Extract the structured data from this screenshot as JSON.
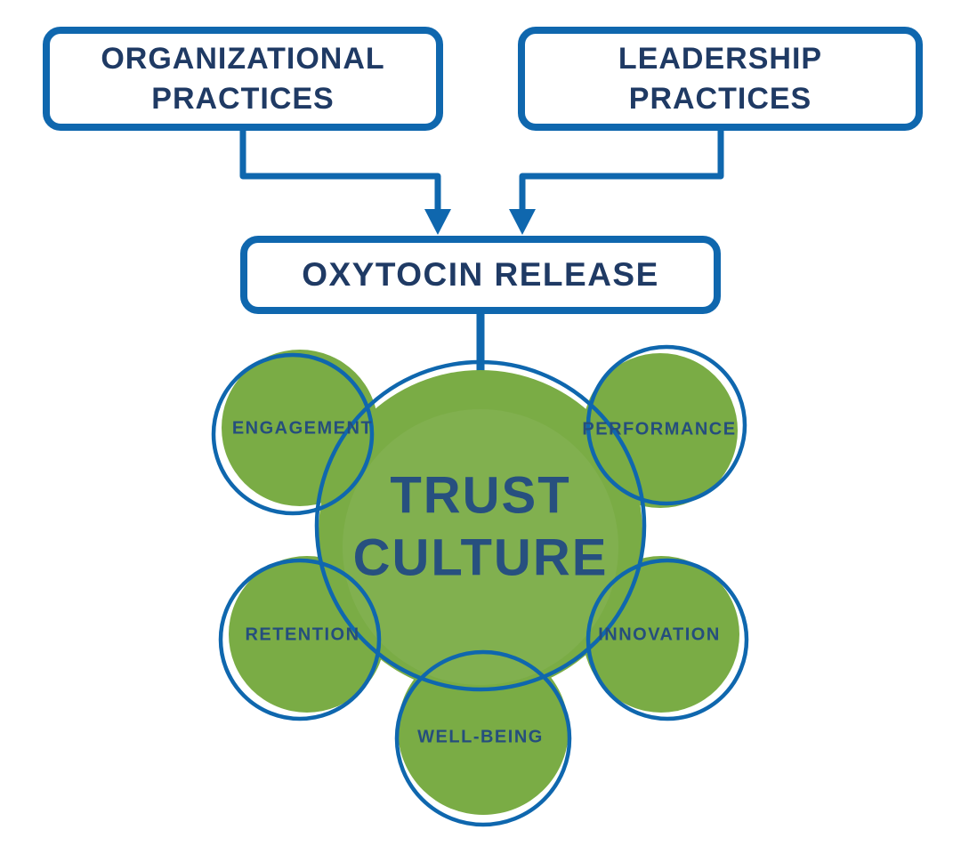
{
  "diagram_title": "Trust Culture diagram",
  "boxes": {
    "organizational": {
      "label": "ORGANIZATIONAL PRACTICES"
    },
    "leadership": {
      "label": "LEADERSHIP PRACTICES"
    },
    "oxytocin": {
      "label": "OXYTOCIN RELEASE"
    }
  },
  "connectors": [
    {
      "from": "organizational",
      "to": "oxytocin",
      "style": "elbow-arrow"
    },
    {
      "from": "leadership",
      "to": "oxytocin",
      "style": "elbow-arrow"
    },
    {
      "from": "oxytocin",
      "to": "trust-culture",
      "style": "straight-arrow"
    }
  ],
  "blob": {
    "center_label": "TRUST CULTURE",
    "satellites": [
      {
        "id": "engagement",
        "label": "ENGAGEMENT",
        "position": "top-left"
      },
      {
        "id": "performance",
        "label": "PERFORMANCE",
        "position": "top-right"
      },
      {
        "id": "retention",
        "label": "RETENTION",
        "position": "mid-left"
      },
      {
        "id": "innovation",
        "label": "INNOVATION",
        "position": "mid-right"
      },
      {
        "id": "well-being",
        "label": "WELL-BEING",
        "position": "bottom-center"
      }
    ]
  },
  "colors": {
    "line_blue": "#0f67ae",
    "box_text_navy": "#1f3a64",
    "blob_green": "#7aac45",
    "blob_text_navy": "#254e7d",
    "background": "#ffffff"
  }
}
